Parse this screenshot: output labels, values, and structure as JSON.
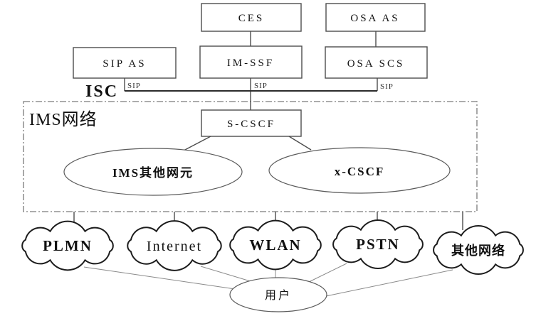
{
  "diagram": {
    "app_servers": {
      "ces": "CES",
      "osa_as": "OSA AS",
      "sip_as": "SIP AS",
      "im_ssf": "IM-SSF",
      "osa_scs": "OSA SCS"
    },
    "interface_labels": {
      "isc": "ISC",
      "sip_under_sip_as": "SIP",
      "sip_under_im_ssf": "SIP",
      "sip_under_osa_scs": "SIP"
    },
    "ims_zone": {
      "label": "IMS网络",
      "s_cscf": "S-CSCF",
      "ims_other_elements": "IMS其他网元",
      "x_cscf": "x-CSCF"
    },
    "access_networks": {
      "plmn": "PLMN",
      "internet": "Internet",
      "wlan": "WLAN",
      "pstn": "PSTN",
      "other": "其他网络"
    },
    "user_node": {
      "label": "用户"
    },
    "colors": {
      "background": "#ffffff",
      "box_stroke": "#4d4d4d",
      "bus_stroke": "#2b2b2b",
      "thin_line": "#8a8a8a",
      "cloud_stroke": "#1c1c1c",
      "dashed_border": "#7a7a7a",
      "text": "#111111"
    }
  }
}
